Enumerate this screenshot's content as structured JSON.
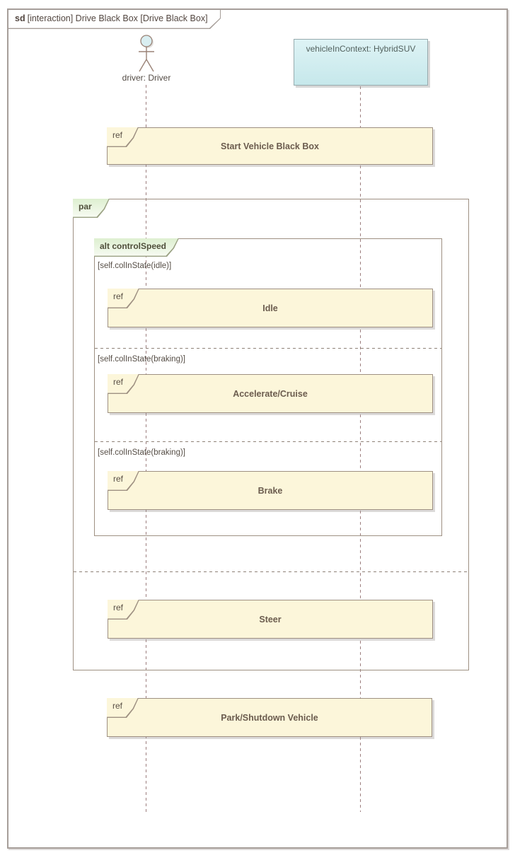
{
  "frame": {
    "keyword": "sd",
    "title": "[interaction] Drive Black Box [Drive Black Box]"
  },
  "lifelines": {
    "driver": {
      "label": "driver: Driver"
    },
    "vehicle": {
      "label": "vehicleInContext: HybridSUV"
    }
  },
  "fragments": {
    "start": {
      "operator": "ref",
      "label": "Start Vehicle Black Box"
    },
    "par": {
      "operator": "par"
    },
    "alt": {
      "operator": "alt controlSpeed",
      "operands": [
        {
          "guard": "[self.colInState(idle)]",
          "ref_operator": "ref",
          "ref_label": "Idle"
        },
        {
          "guard": "[self.colInState(braking)]",
          "ref_operator": "ref",
          "ref_label": "Accelerate/Cruise"
        },
        {
          "guard": "[self.colInState(braking)]",
          "ref_operator": "ref",
          "ref_label": "Brake"
        }
      ]
    },
    "steer": {
      "operator": "ref",
      "label": "Steer"
    },
    "park": {
      "operator": "ref",
      "label": "Park/Shutdown Vehicle"
    }
  },
  "colors": {
    "frame_border": "#a69e99",
    "lifeline_dash": "#9d7f7f",
    "ref_fill": "#fcf6da",
    "fragment_border": "#9e9082",
    "operator_tag_green": "#ddefd0",
    "object_head_fill": "#d9eef1",
    "actor_head_fill": "#d9eef1",
    "text_dark": "#534741"
  }
}
